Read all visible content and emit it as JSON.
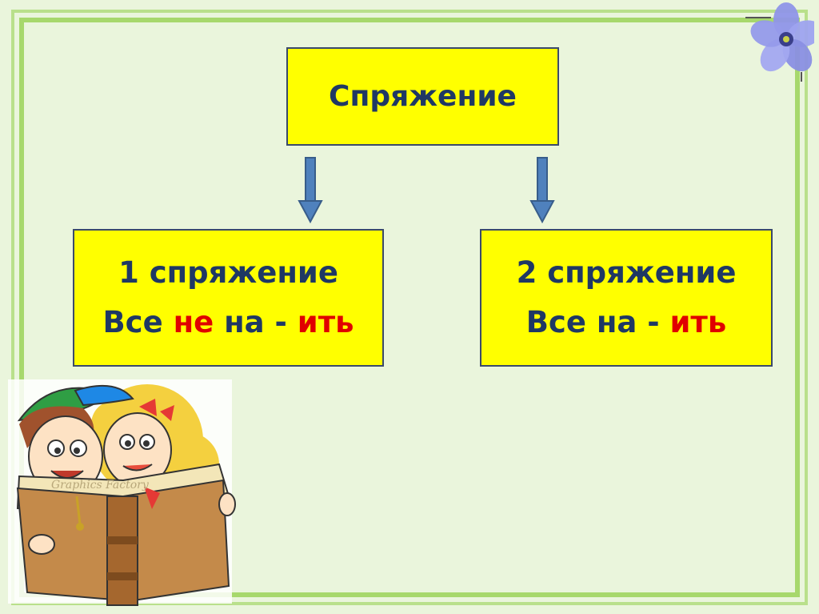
{
  "main": {
    "diagram": {
      "top": {
        "label": "Спряжение"
      },
      "left": {
        "line1": "1 спряжение",
        "line2_prefix": "Все ",
        "line2_red1": "не",
        "line2_middle": " на - ",
        "line2_red2": "ить"
      },
      "right": {
        "line1": "2 спряжение",
        "line2_prefix": "Все на - ",
        "line2_red": "ить"
      }
    },
    "illustration": {
      "icon": "children-reading-book-icon",
      "book_text": "Graphics Factory"
    },
    "decoration": {
      "icon": "blue-flower-icon"
    }
  },
  "colors": {
    "box_fill": "#ffff00",
    "text": "#1f3864",
    "accent_red": "#e00000",
    "arrow": "#4f81bd",
    "background": "#eaf5dc",
    "frame": "#a7d86c"
  }
}
